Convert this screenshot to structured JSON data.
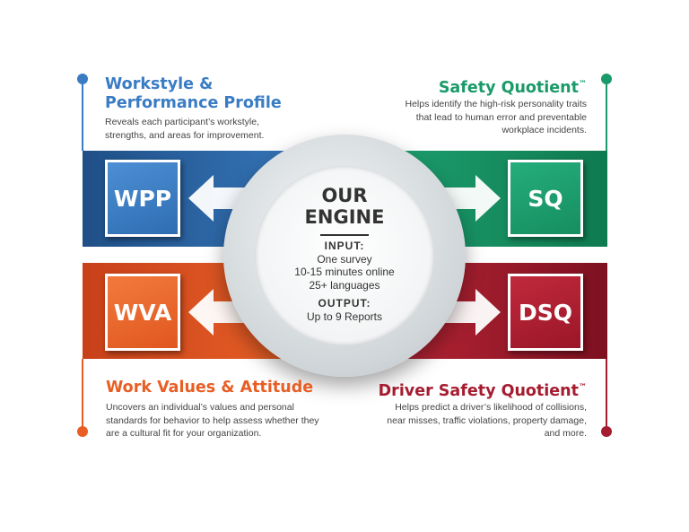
{
  "center": {
    "title_line1": "OUR",
    "title_line2": "ENGINE",
    "input_label": "INPUT:",
    "input_lines": [
      "One survey",
      "10-15 minutes online",
      "25+ languages"
    ],
    "output_label": "OUTPUT:",
    "output_value": "Up to 9 Reports"
  },
  "products": {
    "wpp": {
      "abbr": "WPP",
      "title_line1": "Workstyle &",
      "title_line2": "Performance Profile",
      "description_lines": [
        "Reveals each participant’s workstyle,",
        "strengths, and areas for improvement."
      ],
      "color": "#3a7cc4"
    },
    "sq": {
      "abbr": "SQ",
      "title": "Safety Quotient",
      "tm": "™",
      "description_lines": [
        "Helps identify the high-risk personality traits",
        "that lead to human error and preventable",
        "workplace incidents."
      ],
      "color": "#1a9a6a"
    },
    "wva": {
      "abbr": "WVA",
      "title": "Work Values & Attitude",
      "description_lines": [
        "Uncovers an individual’s values and personal",
        "standards for behavior to help assess whether they",
        "are a cultural fit for your organization."
      ],
      "color": "#e85e24"
    },
    "dsq": {
      "abbr": "DSQ",
      "title": "Driver Safety Quotient",
      "tm": "™",
      "description_lines": [
        "Helps predict a driver’s likelihood of collisions,",
        "near misses, traffic violations, property damage,",
        "and more."
      ],
      "color": "#a51c30"
    }
  }
}
